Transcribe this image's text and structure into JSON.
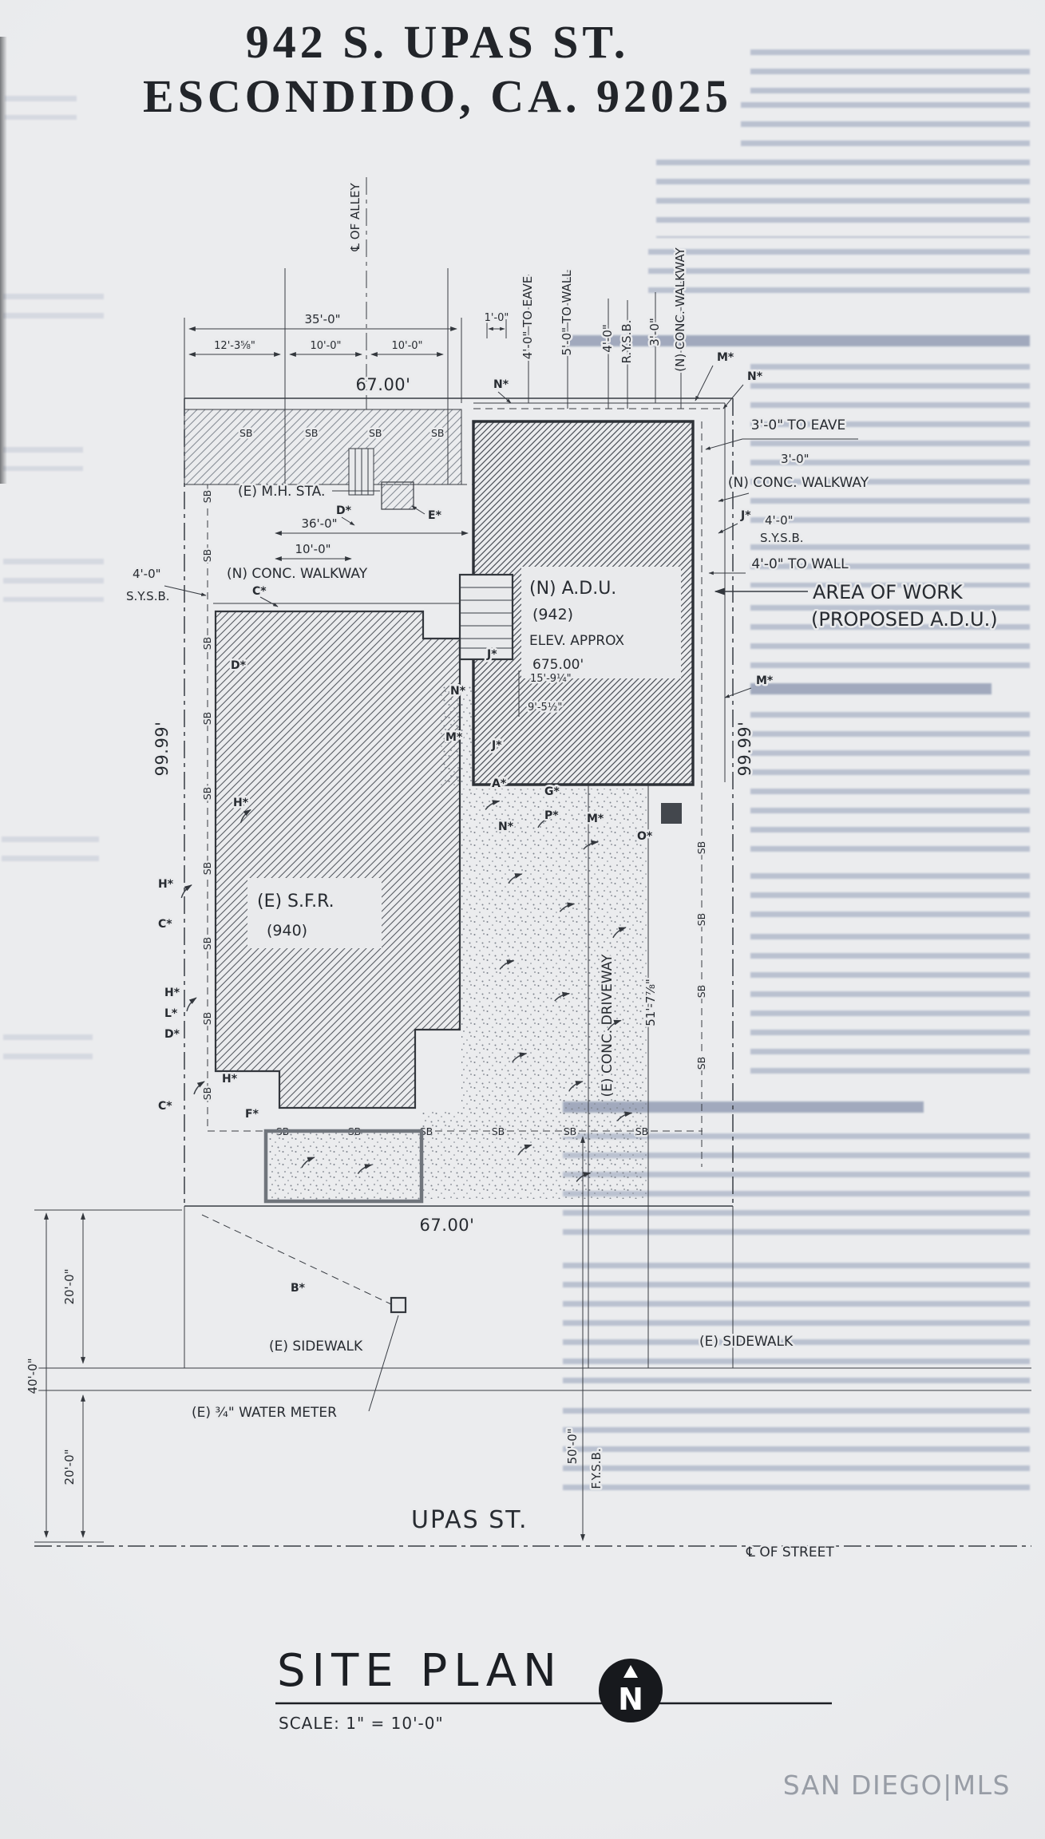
{
  "header": {
    "address_line1": "942 S. UPAS ST.",
    "address_line2": "ESCONDIDO, CA. 92025"
  },
  "plan": {
    "sb": "SB",
    "markers": {
      "a": "A*",
      "b": "B*",
      "c": "C*",
      "d": "D*",
      "e": "E*",
      "f": "F*",
      "g": "G*",
      "h": "H*",
      "j": "J*",
      "l": "L*",
      "m": "M*",
      "n": "N*",
      "o": "O*",
      "p": "P*"
    },
    "dims": {
      "d35": "35'-0\"",
      "d1": "1'-0\"",
      "d12_3_58": "12'-3⅝\"",
      "d10": "10'-0\"",
      "lot_width": "67.00'",
      "lot_depth": "99.99'",
      "d4_eave": "4'-0\" TO EAVE",
      "d5_wall": "5'-0\" TO WALL",
      "d4": "4'-0\"",
      "d3": "3'-0\"",
      "d3_eave": "3'-0\" TO EAVE",
      "d4_wall": "4'-0\" TO WALL",
      "d36": "36'-0\"",
      "d15_9": "15'-9¼\"",
      "d9_5": "9'-5½\"",
      "d51": "51'-7⅞\"",
      "d20": "20'-0\"",
      "d40": "40'-0\"",
      "d50": "50'-0\""
    },
    "labels": {
      "cl_alley": "℄ OF ALLEY",
      "rysb": "R.Y.S.B.",
      "sysb": "S.Y.S.B.",
      "fysb": "F.Y.S.B.",
      "n_conc_walkway": "(N) CONC. WALKWAY",
      "mh_sta": "(E) M.H. STA.",
      "adu_line1": "(N) A.D.U.",
      "adu_line2": "(942)",
      "adu_line3": "ELEV. APPROX",
      "adu_line4": "675.00'",
      "area_of_work_line1": "AREA OF WORK",
      "area_of_work_line2": "(PROPOSED A.D.U.)",
      "sfr_line1": "(E) S.F.R.",
      "sfr_line2": "(940)",
      "driveway": "(E) CONC. DRIVEWAY",
      "sidewalk": "(E) SIDEWALK",
      "water_meter": "(E) ¾\" WATER METER",
      "street": "UPAS ST.",
      "cl_street": "℄ OF STREET"
    }
  },
  "footer": {
    "title": "SITE PLAN",
    "scale": "SCALE: 1\" = 10'-0\"",
    "north_mark": "N",
    "watermark": "SAN DIEGO|MLS"
  }
}
